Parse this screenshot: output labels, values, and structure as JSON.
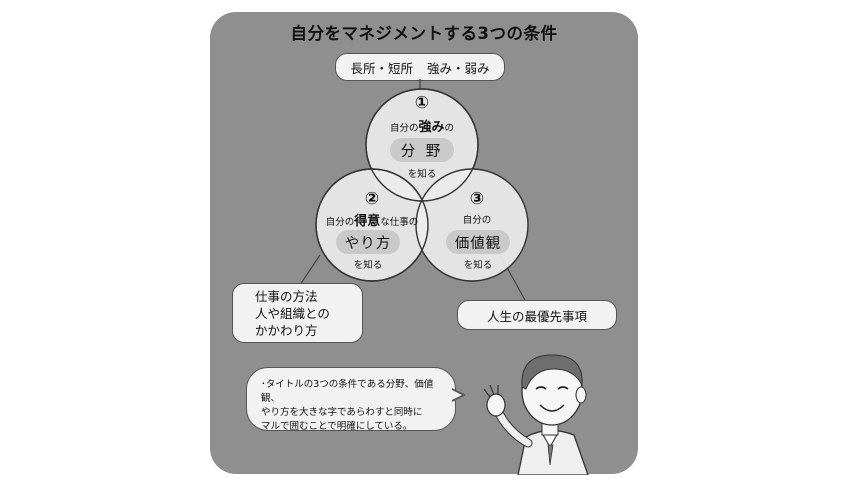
{
  "title": "自分をマネジメントする3つの条件",
  "top_label": {
    "left": "長所・短所",
    "right": "強み・弱み"
  },
  "circles": [
    {
      "number": "①",
      "line1_prefix": "自分の",
      "line1_bold": "強み",
      "line1_suffix": "の",
      "field": "分 野",
      "suffix": "を知る"
    },
    {
      "number": "②",
      "line1_prefix": "自分の",
      "line1_bold": "得意",
      "line1_suffix": "な仕事の",
      "field": "やり方",
      "suffix": "を知る"
    },
    {
      "number": "③",
      "line1_prefix": "自分の",
      "line1_bold": "",
      "line1_suffix": "",
      "field": "価値観",
      "suffix": "を知る"
    }
  ],
  "method_box": {
    "line1": "仕事の方法",
    "line2": "人や組織との",
    "line3": "かかわり方"
  },
  "priority_label": "人生の最優先事項",
  "bubble": {
    "line1": "･タイトルの3つの条件である分野、価値観、",
    "line2": "やり方を大きな字であらわすと同時に",
    "line3": "マルで囲むことで明確にしている。"
  },
  "colors": {
    "panel": "#8f8f8f",
    "circle_fill": "#ececec",
    "field_pill": "#c9c9c9"
  }
}
